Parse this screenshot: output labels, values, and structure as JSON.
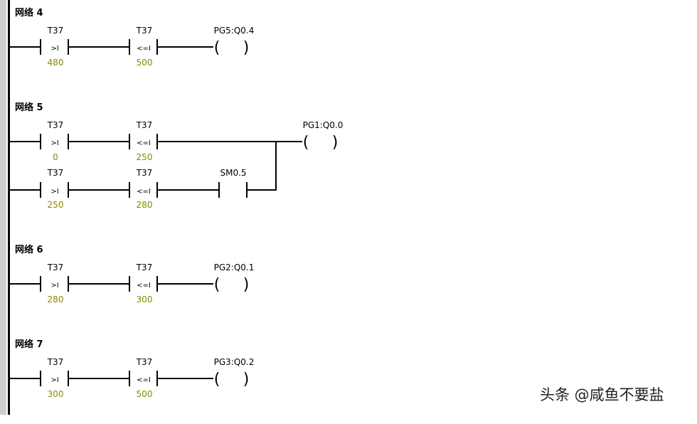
{
  "networks": [
    {
      "title": "网络 4",
      "rungs": [
        {
          "contacts": [
            {
              "address": "T37",
              "op": ">I",
              "value": "480"
            },
            {
              "address": "T37",
              "op": "<=I",
              "value": "500"
            }
          ]
        }
      ],
      "coil": "PG5:Q0.4"
    },
    {
      "title": "网络 5",
      "rungs": [
        {
          "contacts": [
            {
              "address": "T37",
              "op": ">I",
              "value": "0"
            },
            {
              "address": "T37",
              "op": "<=I",
              "value": "250"
            }
          ]
        },
        {
          "contacts": [
            {
              "address": "T37",
              "op": ">I",
              "value": "250"
            },
            {
              "address": "T37",
              "op": "<=I",
              "value": "280"
            }
          ],
          "bit_contact": "SM0.5"
        }
      ],
      "coil": "PG1:Q0.0"
    },
    {
      "title": "网络 6",
      "rungs": [
        {
          "contacts": [
            {
              "address": "T37",
              "op": ">I",
              "value": "280"
            },
            {
              "address": "T37",
              "op": "<=I",
              "value": "300"
            }
          ]
        }
      ],
      "coil": "PG2:Q0.1"
    },
    {
      "title": "网络 7",
      "rungs": [
        {
          "contacts": [
            {
              "address": "T37",
              "op": ">I",
              "value": "300"
            },
            {
              "address": "T37",
              "op": "<=I",
              "value": "500"
            }
          ]
        }
      ],
      "coil": "PG3:Q0.2"
    }
  ],
  "watermark": "头条 @咸鱼不要盐"
}
